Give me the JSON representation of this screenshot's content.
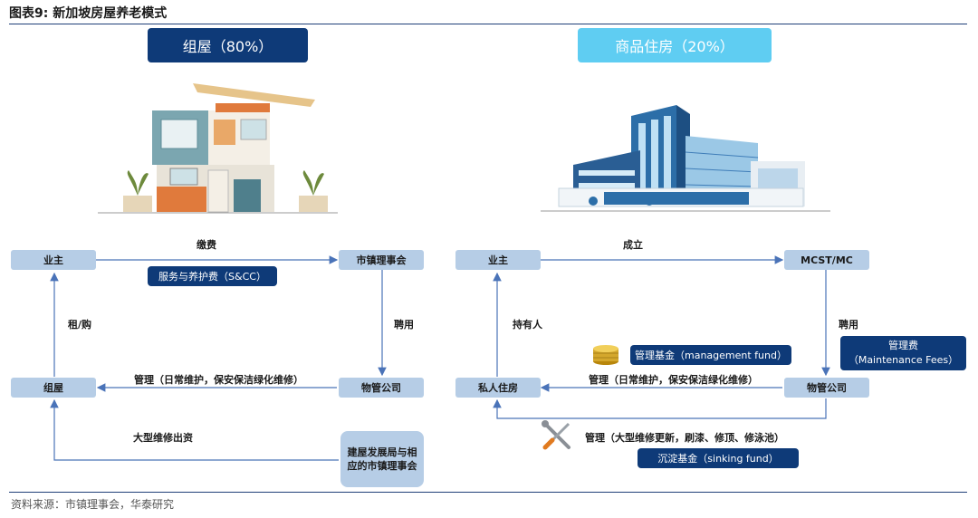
{
  "figure_title": "图表9:  新加坡房屋养老模式",
  "source": "资料来源：市镇理事会，华泰研究",
  "left": {
    "header": "组屋（80%）",
    "owner": "业主",
    "council": "市镇理事会",
    "flat": "组屋",
    "mgmt_co": "物管公司",
    "pay_label": "缴费",
    "fee_tag": "服务与养护费（S&CC）",
    "rent_buy": "租/购",
    "hire": "聘用",
    "manage_label": "管理（日常维护，保安保洁绿化维修）",
    "major_repair": "大型维修出资",
    "hdb_node": "建屋发展局与相应的市镇理事会"
  },
  "right": {
    "header": "商品住房（20%）",
    "owner": "业主",
    "mcst": "MCST/MC",
    "private": "私人住房",
    "mgmt_co": "物管公司",
    "establish": "成立",
    "holder": "持有人",
    "hire": "聘用",
    "management_fund": "管理基金（management fund）",
    "maintenance_fee_cn": "管理费",
    "maintenance_fee_en": "（Maintenance Fees）",
    "manage_label": "管理（日常维护，保安保洁绿化维修）",
    "major_label": "管理（大型维修更新，刷漆、修顶、修泳池）",
    "sinking_fund": "沉淀基金（sinking fund）"
  },
  "colors": {
    "navy": "#0e3a78",
    "sky": "#5fcdf2",
    "node": "#b6cde6",
    "arrow": "#4a73b8"
  },
  "icons": [
    "house-illustration",
    "buildings-illustration",
    "coins-icon",
    "tools-icon"
  ]
}
